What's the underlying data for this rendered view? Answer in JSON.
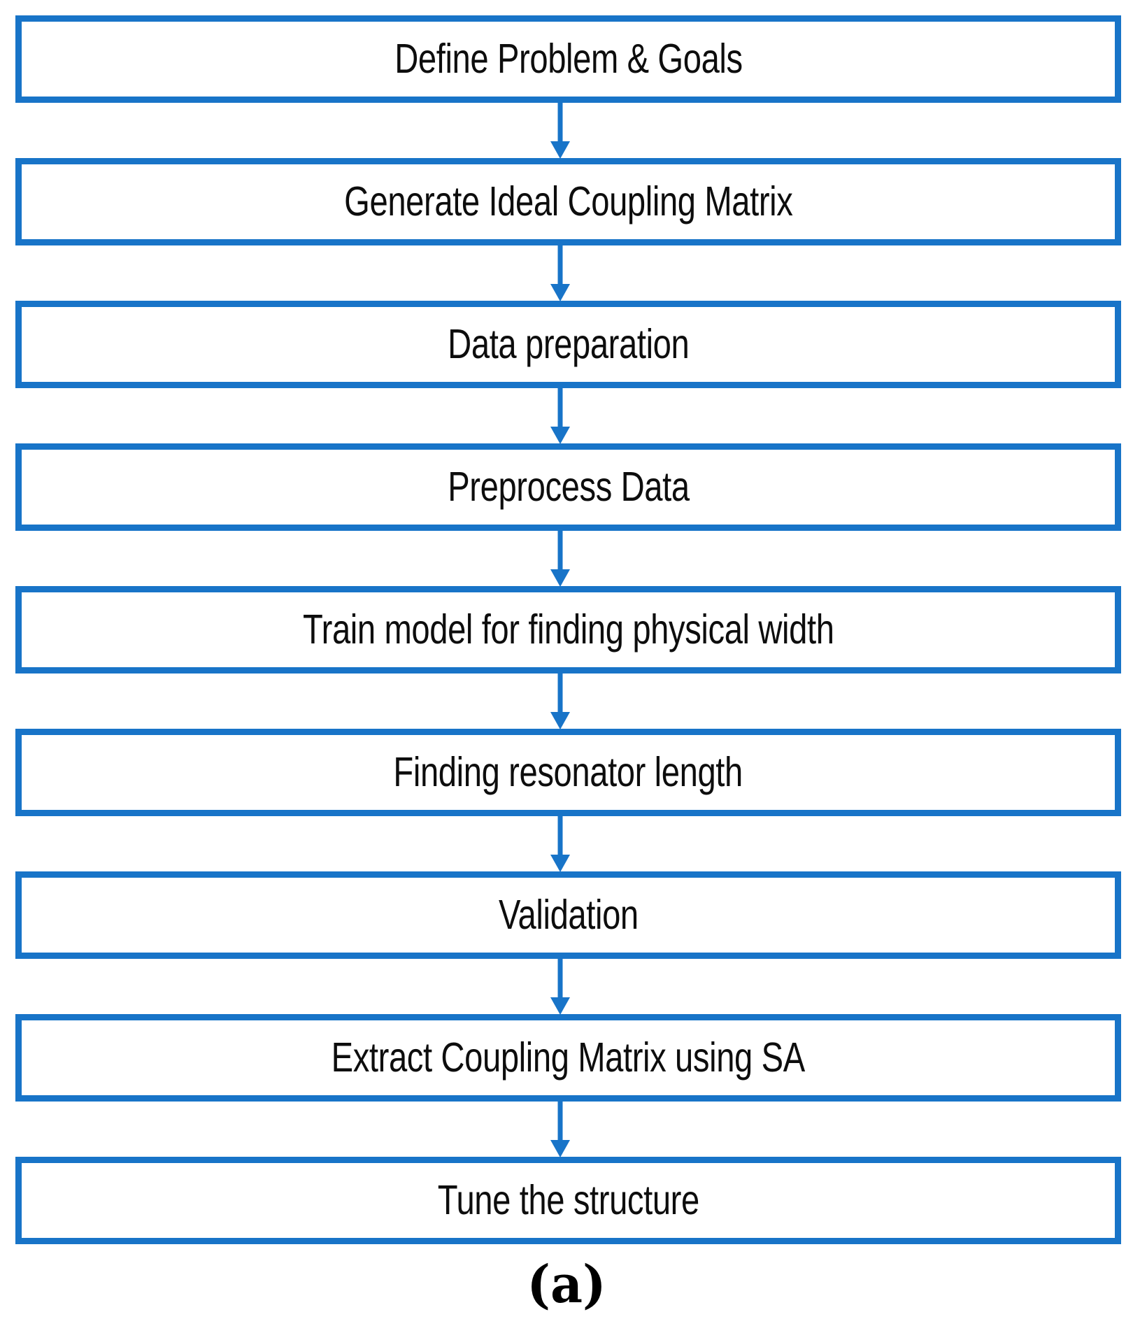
{
  "figure": {
    "caption": "(a)",
    "accent_color": "#1874C8",
    "text_color": "#0d0d0d",
    "background_color": "#ffffff"
  },
  "chart_data": {
    "type": "diagram",
    "diagram_kind": "flowchart",
    "orientation": "top-to-bottom",
    "title": "(a)",
    "node_count": 9,
    "nodes": [
      {
        "id": 1,
        "label": "Define Problem & Goals"
      },
      {
        "id": 2,
        "label": "Generate Ideal Coupling Matrix"
      },
      {
        "id": 3,
        "label": "Data preparation"
      },
      {
        "id": 4,
        "label": "Preprocess Data"
      },
      {
        "id": 5,
        "label": "Train model for finding physical width"
      },
      {
        "id": 6,
        "label": "Finding resonator length"
      },
      {
        "id": 7,
        "label": "Validation"
      },
      {
        "id": 8,
        "label": "Extract Coupling Matrix using SA"
      },
      {
        "id": 9,
        "label": "Tune the structure"
      }
    ],
    "edges": [
      {
        "from": 1,
        "to": 2,
        "style": "arrow-down"
      },
      {
        "from": 2,
        "to": 3,
        "style": "arrow-down"
      },
      {
        "from": 3,
        "to": 4,
        "style": "arrow-down"
      },
      {
        "from": 4,
        "to": 5,
        "style": "arrow-down"
      },
      {
        "from": 5,
        "to": 6,
        "style": "arrow-down"
      },
      {
        "from": 6,
        "to": 7,
        "style": "arrow-down"
      },
      {
        "from": 7,
        "to": 8,
        "style": "arrow-down"
      },
      {
        "from": 8,
        "to": 9,
        "style": "arrow-down"
      }
    ]
  }
}
